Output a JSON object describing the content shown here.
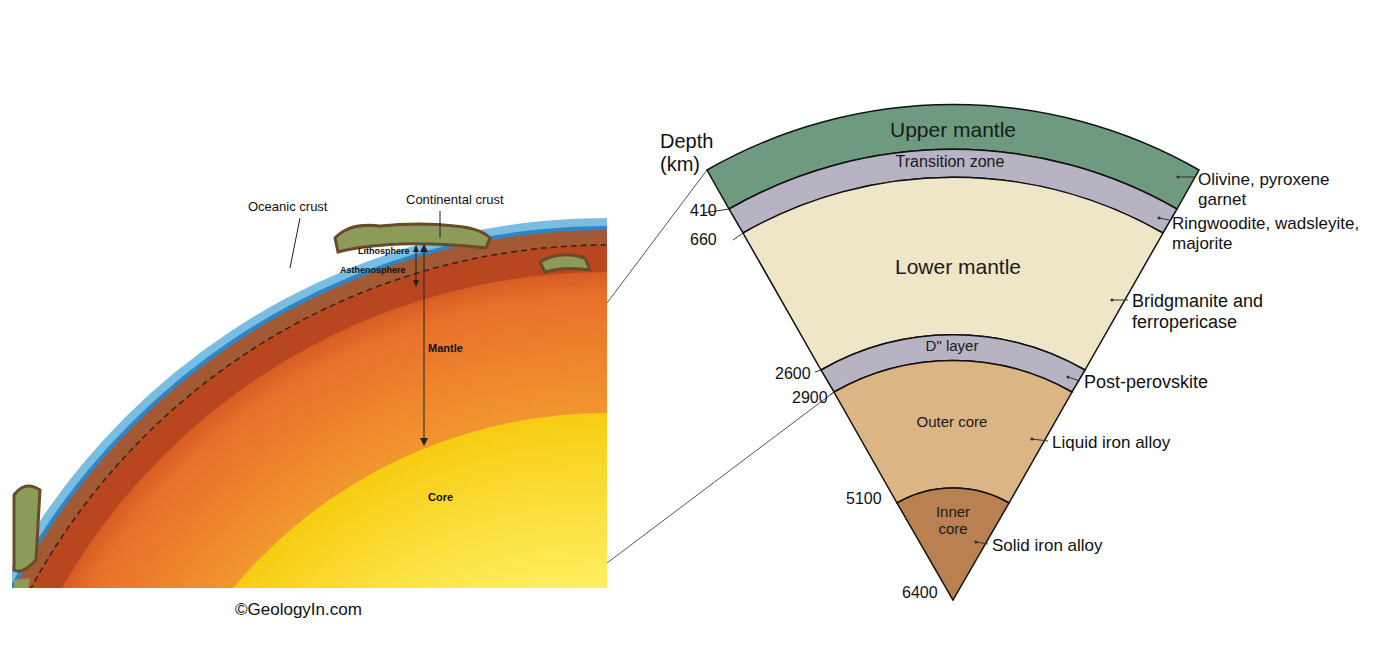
{
  "diagram": {
    "nodes": [
      {
        "text": [
          "Upper mantle"
        ]
      },
      {
        "text": [
          "Transition zone"
        ]
      },
      {
        "text": [
          "Lower mantle"
        ]
      },
      {
        "text": [
          "D\" layer"
        ]
      },
      {
        "text": [
          "Outer core"
        ]
      },
      {
        "text": [
          "Inner core"
        ]
      }
    ],
    "labels": [
      "Oceanic crust",
      "Continental crust",
      "Lithosphere",
      "Asthenosphere",
      "Mantle",
      "Core",
      "©GeologyIn.com",
      "Depth (km)",
      "410",
      "660",
      "2600",
      "2900",
      "5100",
      "6400",
      "Olivine, pyroxene garnet",
      "Ringwoodite, wadsleyite, majorite",
      "Bridgmanite and ferropericase",
      "Post-perovskite",
      "Liquid iron alloy",
      "Solid iron alloy"
    ]
  }
}
